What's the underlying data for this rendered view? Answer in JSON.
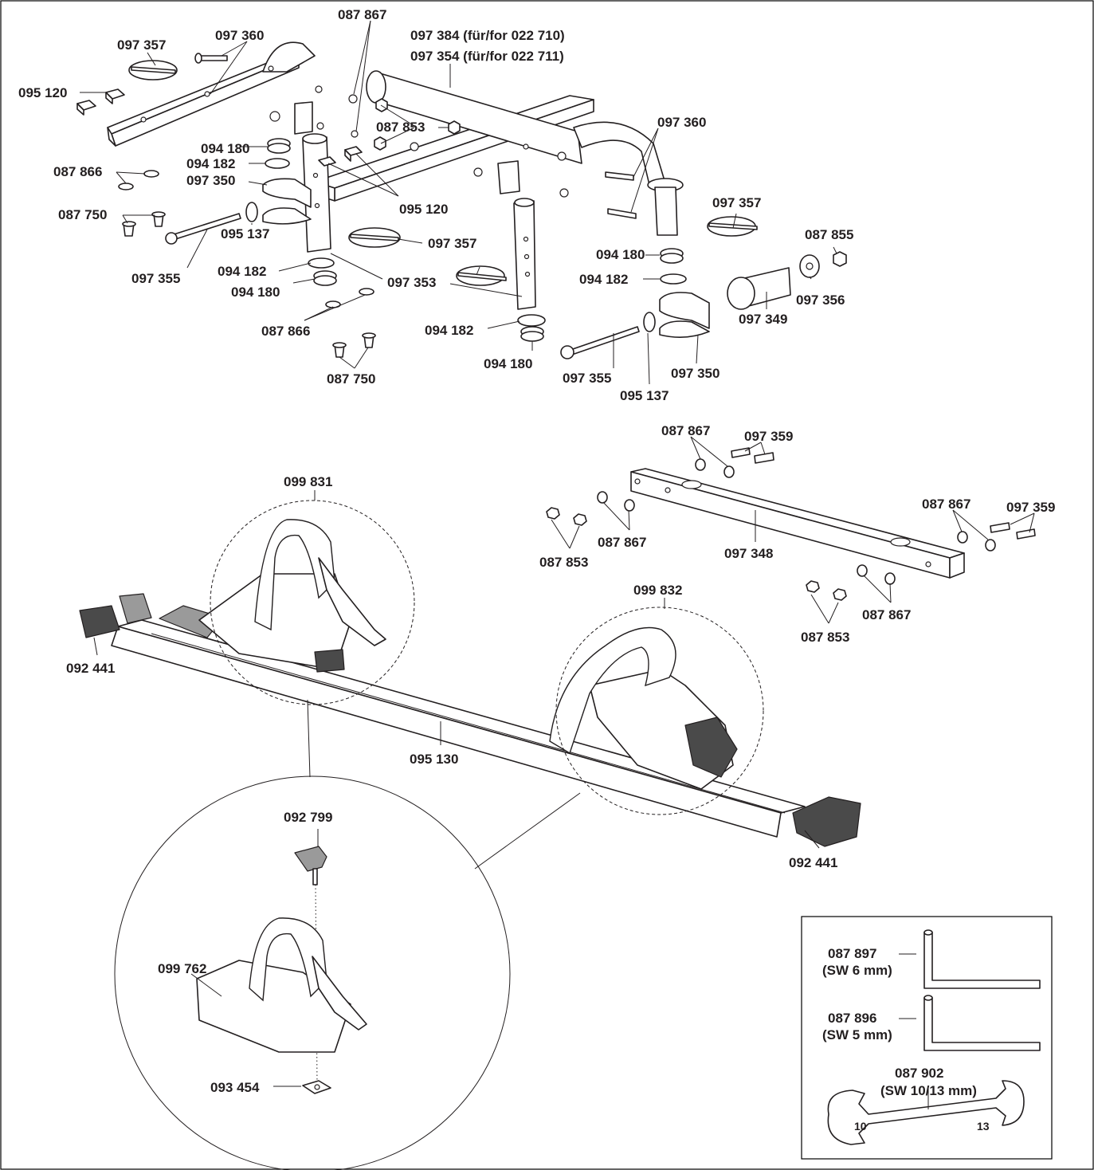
{
  "labels": {
    "l_087867_top": "087 867",
    "l_097357_tl": "097 357",
    "l_097360_tl": "097 360",
    "l_097384": "097 384 (für/for 022 710)",
    "l_097354": "097 354 (für/for 022 711)",
    "l_095120_l": "095 120",
    "l_087853_top": "087 853",
    "l_097360_r": "097 360",
    "l_094180_a": "094 180",
    "l_094182_a": "094 182",
    "l_097350_l": "097 350",
    "l_087866_a": "087 866",
    "l_095120_c": "095 120",
    "l_097357_r": "097 357",
    "l_087750_a": "087 750",
    "l_095137_l": "095 137",
    "l_097357_c": "097 357",
    "l_087855": "087 855",
    "l_097355_l": "097 355",
    "l_094182_b": "094 182",
    "l_097353": "097 353",
    "l_094180_r": "094 180",
    "l_094180_b": "094 180",
    "l_094182_r": "094 182",
    "l_097356": "097 356",
    "l_097349": "097 349",
    "l_087866_b": "087 866",
    "l_094182_c": "094 182",
    "l_097350_r": "097 350",
    "l_094180_c": "094 180",
    "l_097355_r": "097 355",
    "l_087750_b": "087 750",
    "l_095137_r": "095 137",
    "l_087867_m": "087 867",
    "l_097359_a": "097 359",
    "l_099831": "099 831",
    "l_087867_r": "087 867",
    "l_097359_b": "097 359",
    "l_087867_ml": "087 867",
    "l_097348": "097 348",
    "l_087853_l": "087 853",
    "l_099832": "099 832",
    "l_087867_br": "087 867",
    "l_087853_b": "087 853",
    "l_092441_l": "092 441",
    "l_095130": "095 130",
    "l_092441_r": "092 441",
    "l_092799": "092 799",
    "l_099762": "099 762",
    "l_093454": "093 454"
  },
  "tools_box": {
    "hex_key_6": {
      "part": "087 897",
      "size": "(SW 6 mm)"
    },
    "hex_key_5": {
      "part": "087 896",
      "size": "(SW 5 mm)"
    },
    "wrench": {
      "part": "087 902",
      "size": "(SW 10/13 mm)",
      "end_a": "10",
      "end_b": "13"
    }
  }
}
